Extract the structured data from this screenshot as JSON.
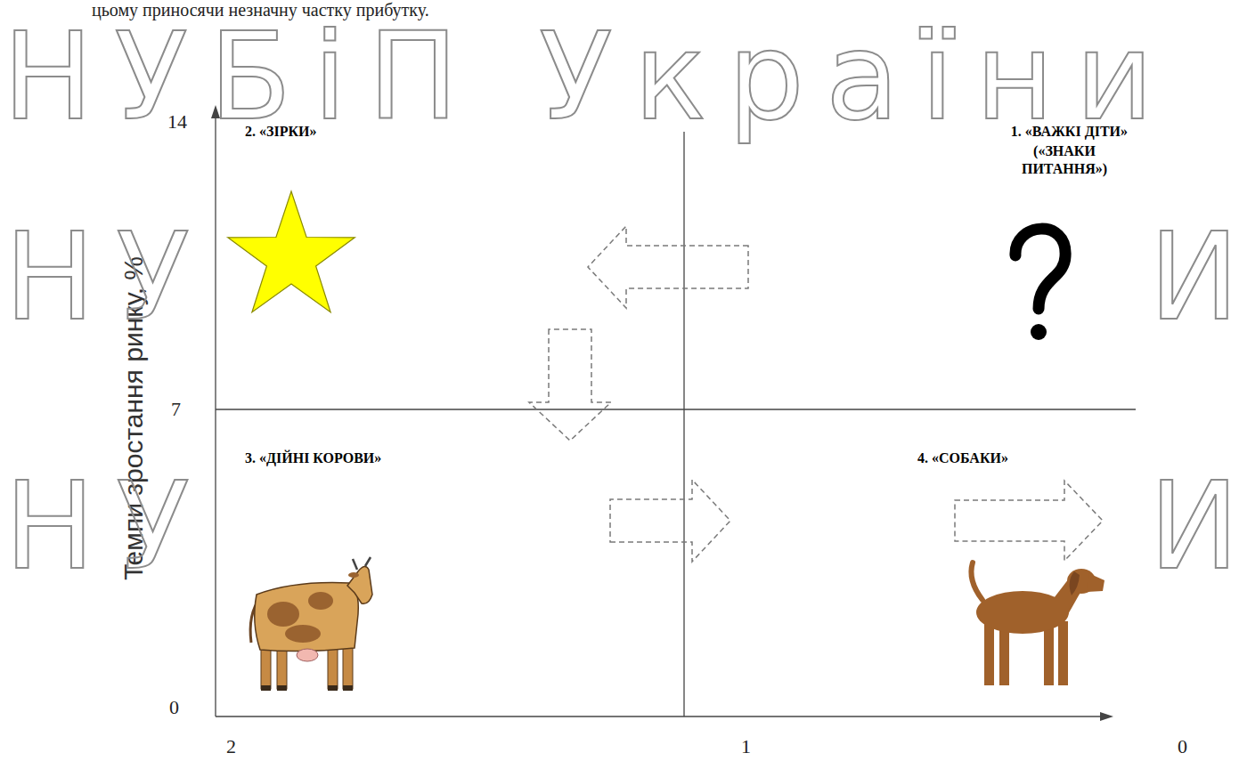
{
  "diagram": {
    "nodes": [
      {
        "text": [
          "2. «ЗІРКИ»"
        ]
      },
      {
        "text": [
          "1. «ВАЖКІ ДІТИ»",
          "(«ЗНАКИ ПИТАННЯ»)"
        ]
      },
      {
        "text": [
          "3. «ДІЙНІ КОРОВИ»"
        ]
      },
      {
        "text": [
          "4. «СОБАКИ»"
        ]
      }
    ],
    "edges": [
      {
        "from": 1,
        "to": 0,
        "arrow": "to"
      },
      {
        "from": 0,
        "to": 2,
        "arrow": "to"
      },
      {
        "from": 2,
        "to": 3,
        "arrow": "to"
      }
    ],
    "labels": [
      "цьому приносячи незначну частку прибутку.",
      "Темпи зростання ринку, %",
      "14",
      "7",
      "0",
      "2",
      "1",
      "0",
      "НУБіП України",
      "НУ",
      "И",
      "НУ",
      "И"
    ]
  }
}
